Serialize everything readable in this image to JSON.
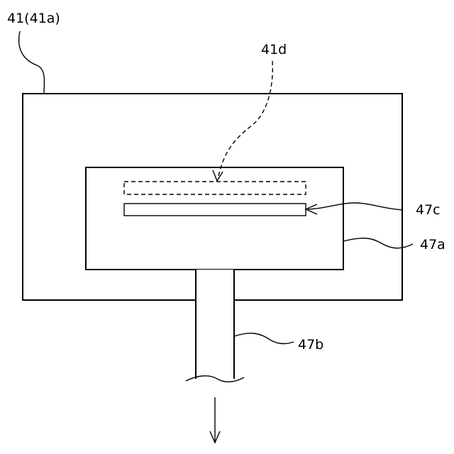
{
  "labels": {
    "main_body": "41(41a)",
    "dashed_slot": "41d",
    "slot": "47c",
    "inner_member": "47a",
    "stem": "47b"
  }
}
